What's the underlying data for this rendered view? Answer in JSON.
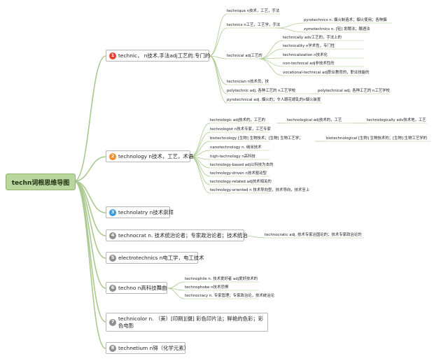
{
  "root": {
    "label": "techn词根思维导图"
  },
  "colors": {
    "branch": "#a9c98e",
    "root_fill": "#b9d69e",
    "badge1": "#e8432f",
    "badge2": "#f08c2a",
    "badge3": "#3a9ad9",
    "badge_other": "#8f8f8f"
  },
  "branches": [
    {
      "num": "1",
      "label": "technic， n技术.手法adj工艺的.专门的",
      "children": [
        {
          "label": "technique n技术，工艺，手法"
        },
        {
          "label": "technics n工艺，工艺学，手法",
          "children": [
            {
              "label": "pyrotechnics n. 烟火制造术；烟火使用；各种烟"
            },
            {
              "label": "zymotechnics n. [轻] 发酵法；酿酒法"
            }
          ]
        },
        {
          "label": "technical adj工艺的",
          "children": [
            {
              "label": "technically adv工艺的，手法上的"
            },
            {
              "label": "technicality n学术性，专门性"
            },
            {
              "label": "technicalization n技术化"
            },
            {
              "label": "non-technical adj非技术性的"
            },
            {
              "label": "vocational-technical adj职业教育的，职业技能的"
            }
          ]
        },
        {
          "label": "technician n技术员，技"
        },
        {
          "label": "polytechnic adj. 各种工艺的 n工艺学校",
          "children": [
            {
              "label": "polytechnical adj. 各种工艺的 n工艺学校"
            }
          ]
        },
        {
          "label": "pyrotechnical adj. 烟火的；令人眼花缭乱的n烟火装置"
        }
      ]
    },
    {
      "num": "2",
      "label": "technology n技术，工艺，术语",
      "children": [
        {
          "label": "technologic adj技术的，工艺的",
          "children": [
            {
              "label": "technological adj技术的，工艺",
              "children": [
                {
                  "label": "technologically adv技术地，工艺"
                }
              ]
            }
          ]
        },
        {
          "label": "technologist n技术专家，工艺专家"
        },
        {
          "label": "biotechnology [生物] 生物技术；[生物] 生物工艺学；",
          "children": [
            {
              "label": "biotechnological [生物] 生物技术的；[生物] 生物工艺学的"
            }
          ]
        },
        {
          "label": "nanotechnology n. 纳米技术"
        },
        {
          "label": "high-technology n高科技"
        },
        {
          "label": "technology-based adj以科技为本的"
        },
        {
          "label": "technology-driven n技术驱动型"
        },
        {
          "label": "technology-related adj技术相关的"
        },
        {
          "label": "technology-oriented n 技术导向型，技术导向，技术至上"
        }
      ]
    },
    {
      "num": "3",
      "label": "technolatry n技术崇拜",
      "children": []
    },
    {
      "num": "4",
      "label": "technocrat n. 技术统治论者；专家政治论者；技术统治",
      "children": [
        {
          "label": "technocratic adj. 技术专家治国论的；技术专家政治论的"
        }
      ]
    },
    {
      "num": "5",
      "label": "electrotechnics n电工学，电工技术",
      "children": []
    },
    {
      "num": "6",
      "label": "techno n高科技舞曲",
      "children": [
        {
          "label": "technophile n. 技术爱好者 adj爱好技术的"
        },
        {
          "label": "technophobe n技术恐惧"
        },
        {
          "label": "technocracy n. 专家管理；专家政治论，技术统治论"
        }
      ]
    },
    {
      "num": "7",
      "label": "technicolor n. （美）[印刷][摄] 彩色印片法；鲜艳的色彩；彩色电影",
      "children": []
    },
    {
      "num": "8",
      "label": "technetium n锝（化学元素）",
      "children": []
    }
  ]
}
